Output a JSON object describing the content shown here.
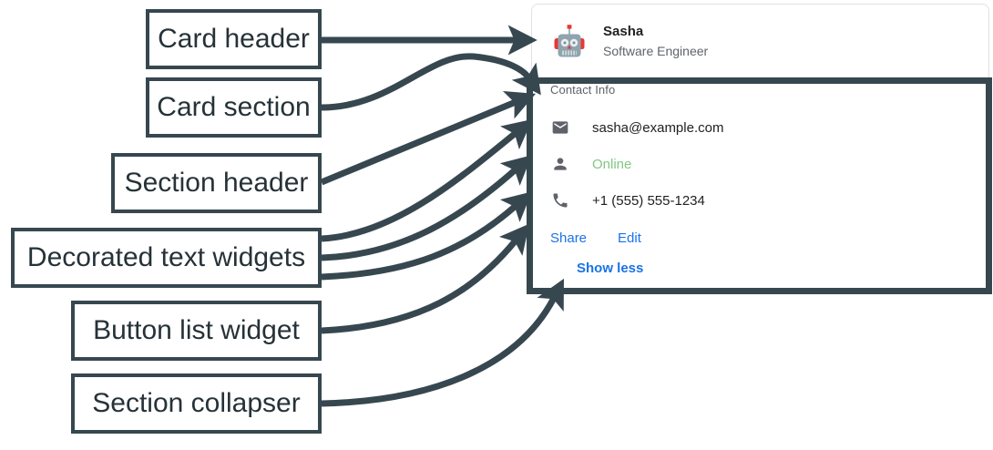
{
  "annotations": [
    {
      "id": "card-header",
      "label": "Card header"
    },
    {
      "id": "card-section",
      "label": "Card section"
    },
    {
      "id": "section-header",
      "label": "Section header"
    },
    {
      "id": "decorated-text",
      "label": "Decorated text widgets"
    },
    {
      "id": "button-list",
      "label": "Button list widget"
    },
    {
      "id": "section-collapser",
      "label": "Section collapser"
    }
  ],
  "card": {
    "header": {
      "avatar_icon": "robot-avatar-icon",
      "title": "Sasha",
      "subtitle": "Software Engineer"
    },
    "section": {
      "header": "Contact Info",
      "text_widgets": [
        {
          "icon": "email-icon",
          "text": "sasha@example.com",
          "color": "#202124"
        },
        {
          "icon": "person-icon",
          "text": "Online",
          "color": "#81c784"
        },
        {
          "icon": "phone-icon",
          "text": "+1 (555) 555-1234",
          "color": "#202124"
        }
      ],
      "buttons": [
        {
          "label": "Share"
        },
        {
          "label": "Edit"
        }
      ],
      "collapser": {
        "label": "Show less"
      }
    }
  },
  "colors": {
    "annotation_stroke": "#37474f",
    "annotation_text": "#263238",
    "card_border": "#dfe1e5",
    "link": "#1a73e8",
    "muted_text": "#5f6368",
    "status_green": "#81c784",
    "primary_text": "#202124"
  }
}
